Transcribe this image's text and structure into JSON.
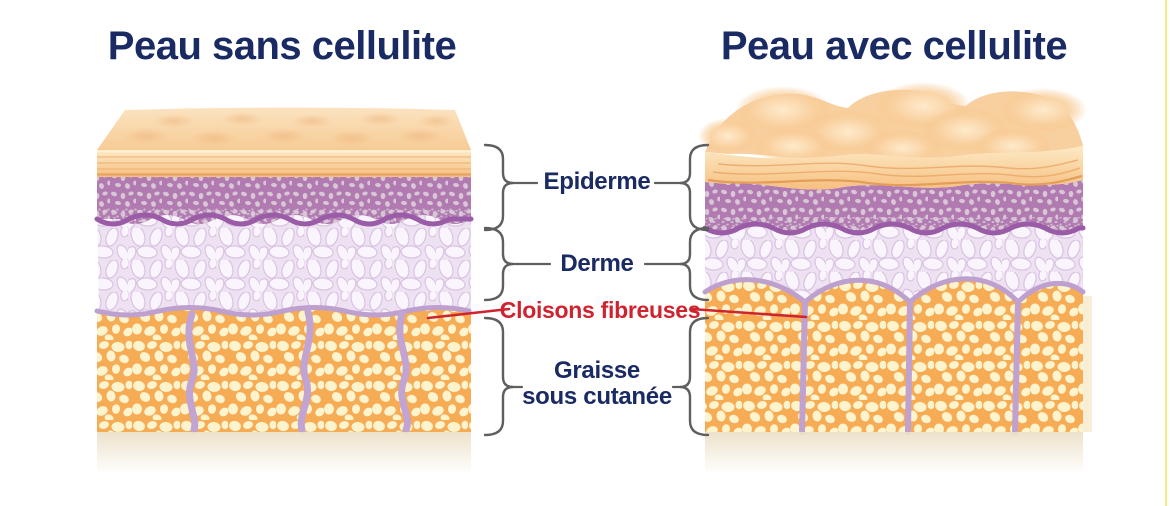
{
  "titles": {
    "left": "Peau sans cellulite",
    "right": "Peau avec cellulite"
  },
  "labels": {
    "epidermis": "Epiderme",
    "dermis": "Derme",
    "septa": "Cloisons fibreuses",
    "fat_line1": "Graisse",
    "fat_line2": "sous cutanée"
  },
  "colors": {
    "title_navy": "#1a2a63",
    "septa_red": "#cf2430",
    "brace_gray": "#5f5f5f",
    "surface_peach": "#f8cf9e",
    "corneum_light": "#fdeac6",
    "corneum_deep": "#f6bf80",
    "epidermis_purple": "#b17ab1",
    "epidermis_edge": "#9a5ca6",
    "dermis_lavender": "#eee2f2",
    "dermis_cell": "#faf5fc",
    "boundary_lavender": "#bda0cd",
    "fat_orange": "#f6ab55",
    "fat_lobule": "#fdf3cd",
    "septum_lavender": "#c2a4d2",
    "shadow_beige": "#ece0c8",
    "edge_line_yellow": "#f2ea6e"
  }
}
